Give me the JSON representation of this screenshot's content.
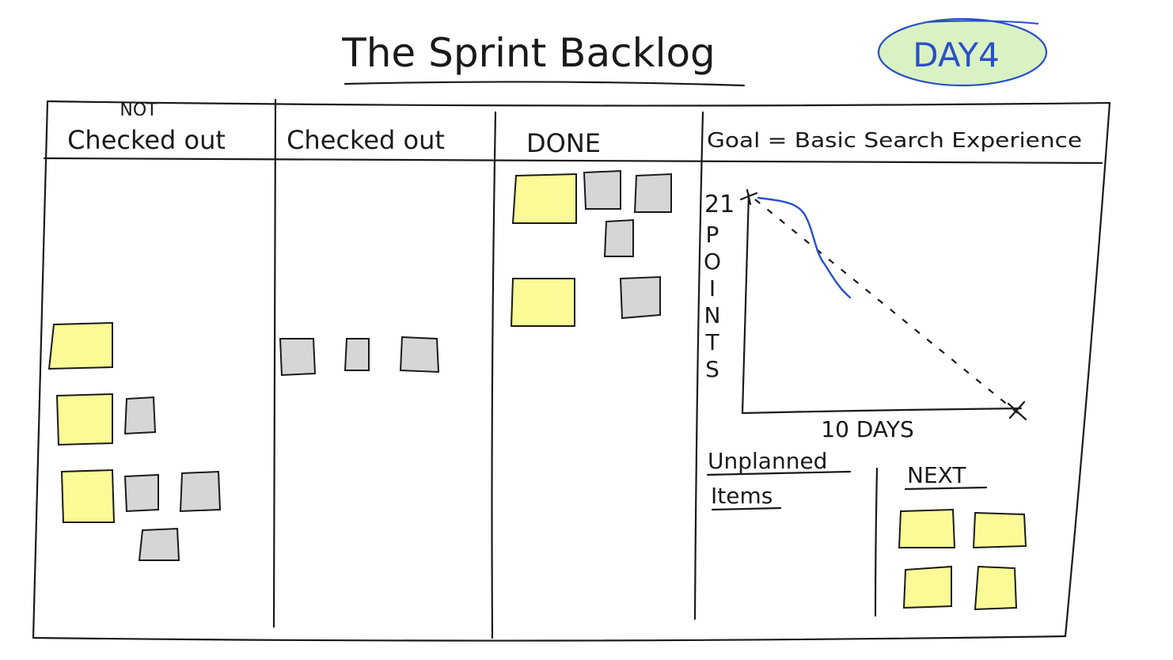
{
  "colors": {
    "sticky_yellow": "#fafa96",
    "sticky_gray": "#d6d6d6",
    "ink": "#1a1a1a",
    "badge_fill": "#d9f2c4",
    "badge_ink": "#2a4fc9",
    "burndown_actual": "#2a4fc9"
  },
  "title": "The Sprint Backlog",
  "day_badge": "DAY4",
  "columns": {
    "not_checked_out_line1": "NOT",
    "not_checked_out_line2": "Checked  out",
    "checked_out": "Checked out",
    "done": "DONE",
    "goal": "Goal = Basic Search Experience"
  },
  "burndown": {
    "y_max_label": "21",
    "y_axis_label": "POINTS",
    "x_axis_label": "10 DAYS"
  },
  "unplanned": {
    "line1": "Unplanned",
    "line2": "Items"
  },
  "next_label": "NEXT",
  "stickies": {
    "not_checked_out": {
      "yellow": 3,
      "gray": 4
    },
    "checked_out": {
      "yellow": 0,
      "gray": 3
    },
    "done": {
      "yellow": 2,
      "gray": 4
    },
    "next": {
      "yellow": 4,
      "gray": 0
    }
  }
}
